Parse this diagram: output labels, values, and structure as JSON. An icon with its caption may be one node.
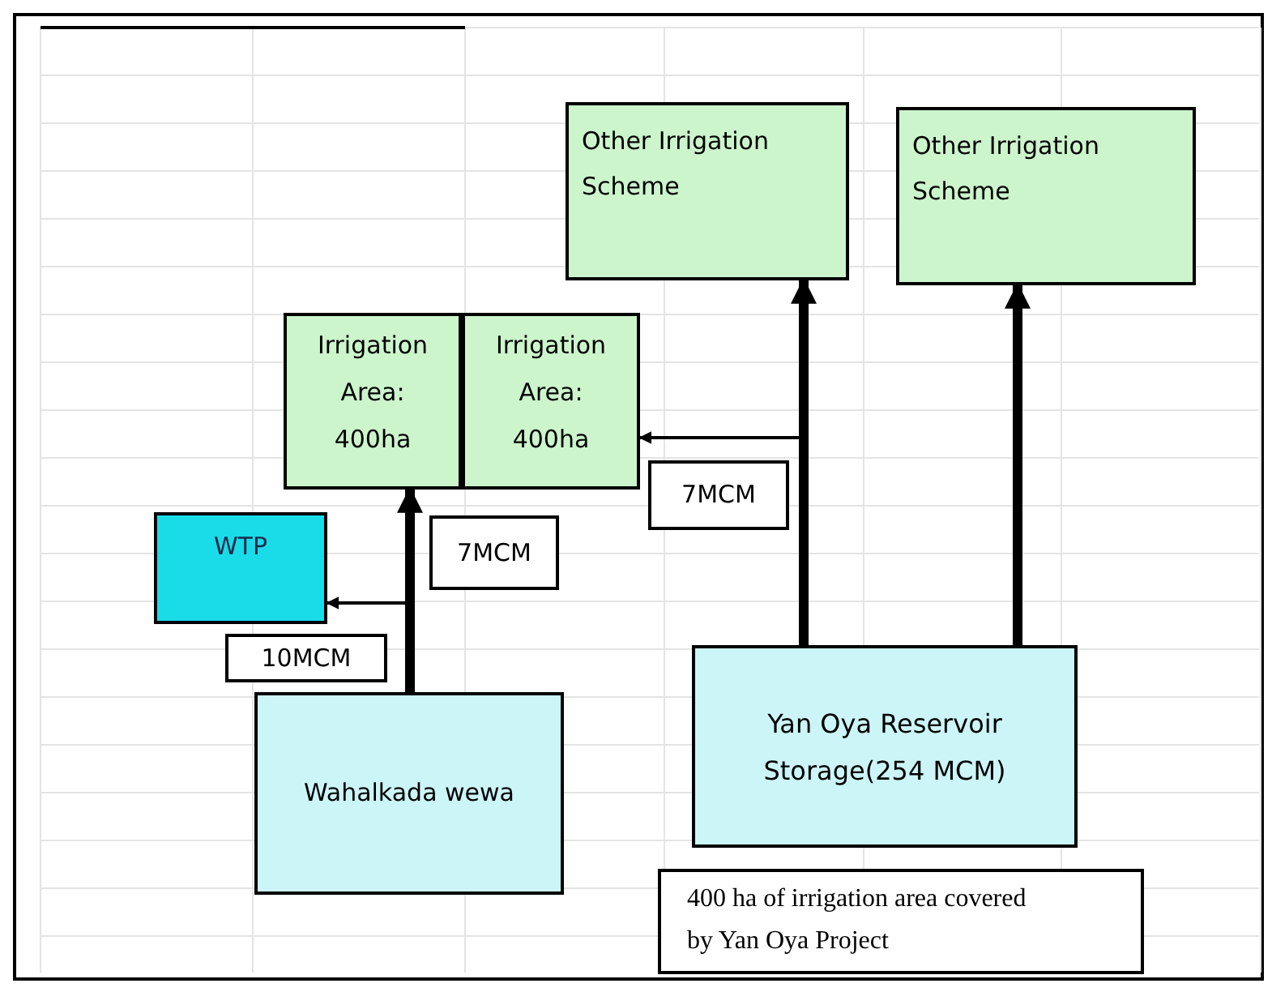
{
  "diagram": {
    "nodes": [
      {
        "text": [
          "Other Irrigation Scheme"
        ]
      },
      {
        "text": [
          "Other Irrigation Scheme"
        ]
      },
      {
        "text": [
          "Irrigation Area: 400ha"
        ]
      },
      {
        "text": [
          "Irrigation Area: 400ha"
        ]
      },
      {
        "text": [
          "WTP"
        ]
      },
      {
        "text": [
          "Wahalkada wewa"
        ]
      },
      {
        "text": [
          "Yan Oya Reservoir Storage(254 MCM)"
        ]
      },
      {
        "text": [
          "400 ha of irrigation area covered by Yan Oya Project"
        ]
      }
    ],
    "edges": [
      {
        "from": 5,
        "to": 2,
        "arrow": "to",
        "label": "7MCM"
      },
      {
        "from": 5,
        "to": 4,
        "arrow": "to",
        "label": "10MCM"
      },
      {
        "from": 6,
        "to": 0,
        "arrow": "to"
      },
      {
        "from": 6,
        "to": 1,
        "arrow": "to"
      },
      {
        "from": 6,
        "to": 3,
        "arrow": "to",
        "label": "7MCM"
      }
    ]
  }
}
